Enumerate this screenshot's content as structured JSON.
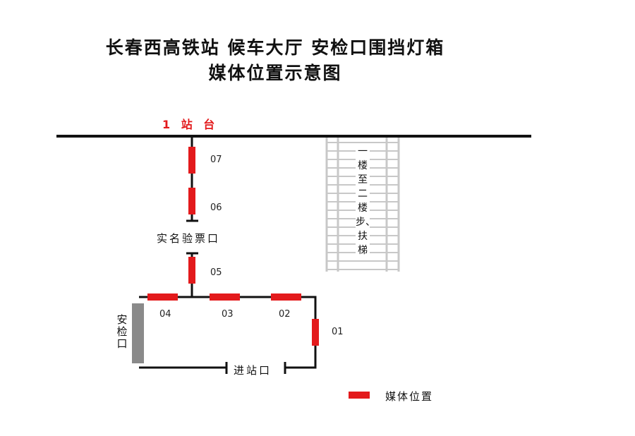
{
  "title": {
    "line1": "长春西高铁站 候车大厅 安检口围挡灯箱",
    "line2": "媒体位置示意图"
  },
  "platform_label": "1 站 台",
  "stairs_label": "一楼至二楼步、扶梯",
  "ticket_check_label": "实名验票口",
  "security_label": "安检口",
  "entrance_label": "进站口",
  "legend_label": "媒体位置",
  "media_ids": [
    "01",
    "02",
    "03",
    "04",
    "05",
    "06",
    "07"
  ],
  "colors": {
    "media": "#e31a1c",
    "line": "#111111",
    "stairs": "#c8c8c8",
    "security_bar": "#8a8a8a",
    "platform_text": "#e31a1c"
  }
}
